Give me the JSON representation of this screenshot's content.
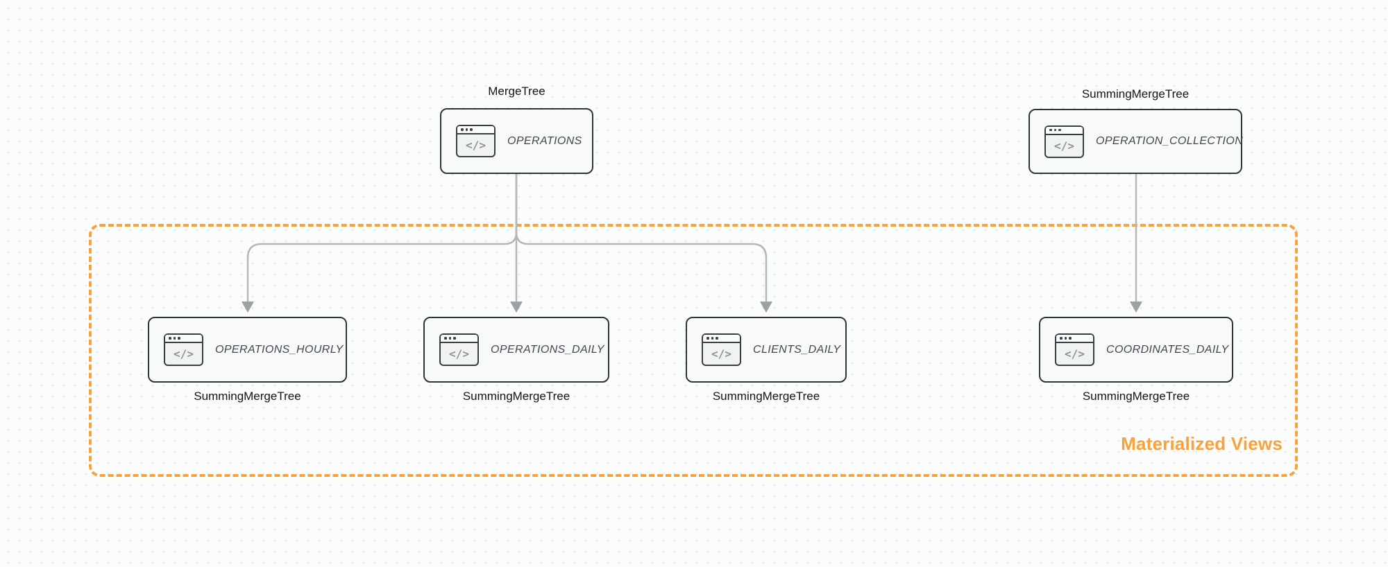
{
  "canvas": {
    "background": "#fbfcfc",
    "dot_color": "#e4e6e8"
  },
  "colors": {
    "accent_orange": "#f9a23c",
    "node_border": "#2f3439",
    "node_fill": "#f8f9f9",
    "edge_gray": "#b4b7b9",
    "arrowhead_gray": "#9da1a4",
    "engine_label_text": "#121417",
    "node_title_text": "#40464c",
    "icon_glyph_color": "#8d9297"
  },
  "group": {
    "label": "Materialized Views"
  },
  "icon": {
    "name": "code-window-icon",
    "glyph": "</>"
  },
  "nodes": [
    {
      "id": "operations",
      "title": "OPERATIONS",
      "engine": "MergeTree",
      "engine_position": "top"
    },
    {
      "id": "operation_collection",
      "title": "OPERATION_COLLECTION",
      "engine": "SummingMergeTree",
      "engine_position": "top"
    },
    {
      "id": "operations_hourly",
      "title": "OPERATIONS_HOURLY",
      "engine": "SummingMergeTree",
      "engine_position": "bottom"
    },
    {
      "id": "operations_daily",
      "title": "OPERATIONS_DAILY",
      "engine": "SummingMergeTree",
      "engine_position": "bottom"
    },
    {
      "id": "clients_daily",
      "title": "CLIENTS_DAILY",
      "engine": "SummingMergeTree",
      "engine_position": "bottom"
    },
    {
      "id": "coordinates_daily",
      "title": "COORDINATES_DAILY",
      "engine": "SummingMergeTree",
      "engine_position": "bottom"
    }
  ],
  "edges": [
    {
      "from": "OPERATIONS",
      "to": "OPERATIONS_HOURLY"
    },
    {
      "from": "OPERATIONS",
      "to": "OPERATIONS_DAILY"
    },
    {
      "from": "OPERATIONS",
      "to": "CLIENTS_DAILY"
    },
    {
      "from": "OPERATION_COLLECTION",
      "to": "COORDINATES_DAILY"
    }
  ]
}
